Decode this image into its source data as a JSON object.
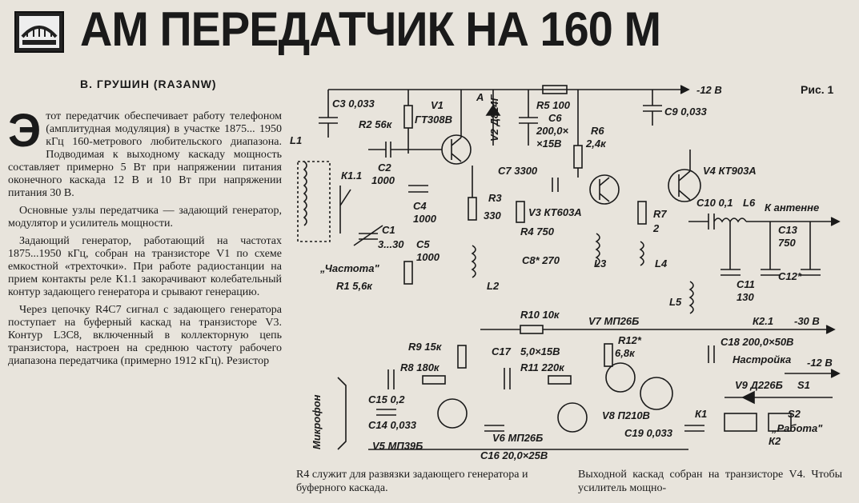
{
  "header": {
    "title": "АМ ПЕРЕДАТЧИК НА 160 М",
    "author": "В. ГРУШИН (RA3ANW)",
    "fig_label": "Рис. 1"
  },
  "article": {
    "dropcap": "Э",
    "p1": "тот передатчик обеспечивает работу телефоном (амплитудная модуляция) в участке 1875... 1950 кГц 160-метрового любительского диапазона. Подводимая к выходному каскаду мощность составляет примерно 5 Вт при напряжении питания оконечного каскада 12 В и 10 Вт при напряжении питания 30 В.",
    "p2": "Основные узлы передатчика — задающий генератор, модулятор и усилитель мощности.",
    "p3": "Задающий генератор, работающий на частотах 1875...1950 кГц, собран на транзисторе V1 по схеме емкостной «трехточки». При работе радиостанции на прием контакты реле К1.1 закорачивают колебательный контур задающего генератора и срывают генерацию.",
    "p4": "Через цепочку R4C7 сигнал с задающего генератора поступает на буферный каскад на транзисторе V3. Контур L3C8, включенный в коллекторную цепь транзистора, настроен на среднюю частоту рабочего диапазона передатчика (примерно 1912 кГц). Резистор"
  },
  "captions": {
    "middle": "R4 служит для развязки задающего генератора и буферного каскада.",
    "right": "Выходной каскад собран на транзисторе V4. Чтобы усилитель мощно-"
  },
  "schematic": {
    "labels": {
      "c3": "C3 0,033",
      "r2": "R2 56к",
      "v1": "V1",
      "v1t": "ГТ308В",
      "a": "A",
      "v2": "V2 Д814Г",
      "r5": "R5 100",
      "c6": "C6",
      "c6v": "200,0×",
      "c6u": "×15В",
      "m12": "-12 В",
      "c9": "C9 0,033",
      "l1": "L1",
      "c2": "C2",
      "c2v": "1000",
      "k11": "К1.1",
      "r6": "R6",
      "r6v": "2,4к",
      "c7": "C7 3300",
      "v4": "V4 КТ903А",
      "c4": "C4",
      "c4v": "1000",
      "r3": "R3",
      "r3v": "330",
      "v3": "V3 КТ603А",
      "r4": "R4 750",
      "c1": "C1",
      "c1v": "3...30",
      "r7": "R7",
      "r7v": "2",
      "c10": "C10 0,1",
      "l6": "L6",
      "ant": "К антенне",
      "c13": "C13",
      "c13v": "750",
      "c5": "C5",
      "c5v": "1000",
      "c8": "C8* 270",
      "l3": "L3",
      "l4": "L4",
      "freq": "„Частота\"",
      "r1": "R1 5,6к",
      "l2": "L2",
      "c11": "C11",
      "c11v": "130",
      "c12": "C12*",
      "l5": "L5",
      "r10": "R10 10к",
      "v7": "V7 МП26Б",
      "k21": "К2.1",
      "m30": "-30 В",
      "r9": "R9 15к",
      "c17": "C17",
      "c17v": "5,0×15В",
      "r12": "R12*",
      "r12v": "6,8к",
      "c18": "C18 200,0×50В",
      "r8": "R8 180к",
      "r11": "R11 220к",
      "tune": "Настройка",
      "m12b": "-12 В",
      "v9": "V9 Д226Б",
      "s1": "S1",
      "mic": "Микрофон",
      "c15": "C15 0,2",
      "c14": "C14 0,033",
      "v8": "V8 П210В",
      "k1": "К1",
      "s2": "S2",
      "work": "„Работа\"",
      "v5": "V5 МП39Б",
      "v6": "V6 МП26Б",
      "c19": "C19 0,033",
      "k2": "К2",
      "c16": "C16 20,0×25В"
    }
  }
}
